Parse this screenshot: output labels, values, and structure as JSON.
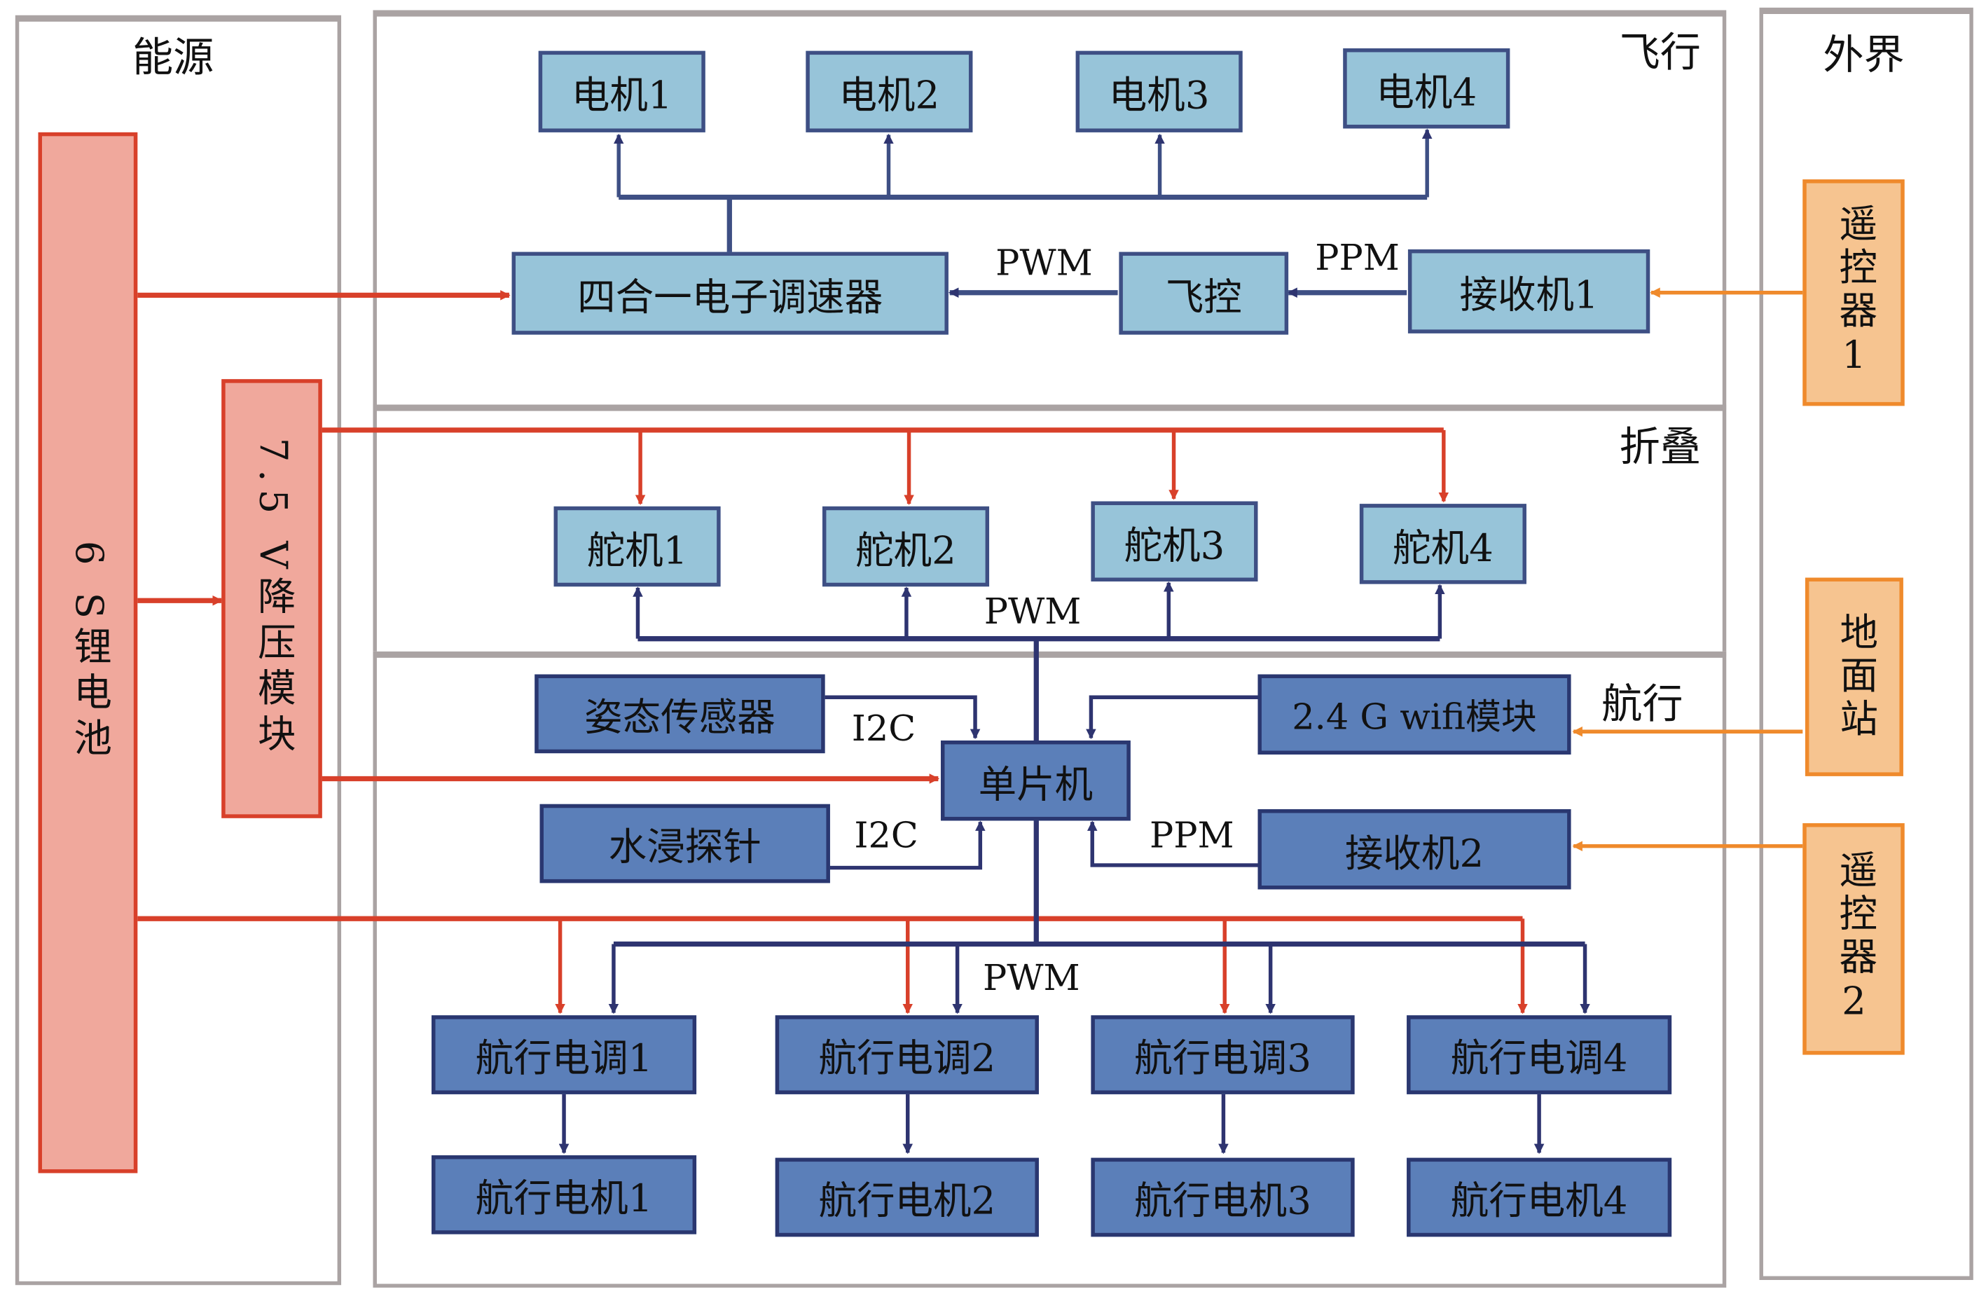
{
  "sections": {
    "energy": "能源",
    "flight": "飞行",
    "folding": "折叠",
    "navigation": "航行",
    "external": "外界"
  },
  "energy": {
    "battery": "6 S锂电池",
    "regulator": "7.5 V降压模块"
  },
  "flight": {
    "motors": [
      "电机1",
      "电机2",
      "电机3",
      "电机4"
    ],
    "esc": "四合一电子调速器",
    "flight_controller": "飞控",
    "receiver": "接收机1",
    "pwm_label": "PWM",
    "ppm_label": "PPM"
  },
  "folding": {
    "servos": [
      "舵机1",
      "舵机2",
      "舵机3",
      "舵机4"
    ],
    "pwm_label": "PWM"
  },
  "navigation": {
    "attitude_sensor": "姿态传感器",
    "water_probe": "水浸探针",
    "mcu": "单片机",
    "wifi": "2.4 G wifi模块",
    "receiver": "接收机2",
    "i2c_label_1": "I2C",
    "i2c_label_2": "I2C",
    "ppm_label": "PPM",
    "pwm_label": "PWM",
    "escs": [
      "航行电调1",
      "航行电调2",
      "航行电调3",
      "航行电调4"
    ],
    "motors": [
      "航行电机1",
      "航行电机2",
      "航行电机3",
      "航行电机4"
    ]
  },
  "external": {
    "remote1": "遥控器1",
    "ground_station": "地面站",
    "remote2": "遥控器2"
  },
  "colors": {
    "power_line": "#d8402a",
    "signal_line": "#2e3470",
    "external_line": "#ef8a2c",
    "flight_box": "#97c4d9",
    "nav_box": "#5b7fb9",
    "external_box": "#f6c490",
    "power_box": "#f0a89c"
  }
}
